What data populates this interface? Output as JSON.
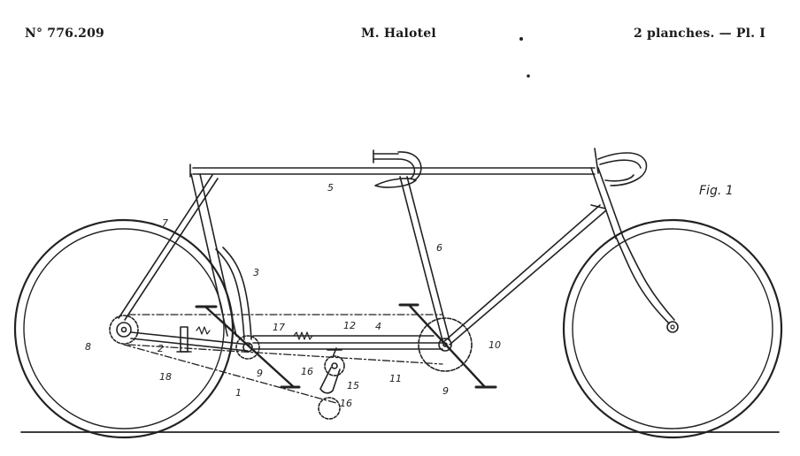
{
  "header": {
    "patent_number": "N° 776.209",
    "inventor": "M. Halotel",
    "plates": "2 planches. — Pl. I"
  },
  "figure": {
    "label": "Fig. 1",
    "reference_numerals": [
      "1",
      "2",
      "3",
      "4",
      "5",
      "6",
      "7",
      "8",
      "9",
      "9",
      "10",
      "11",
      "12",
      "15",
      "16",
      "16",
      "17",
      "18"
    ]
  }
}
